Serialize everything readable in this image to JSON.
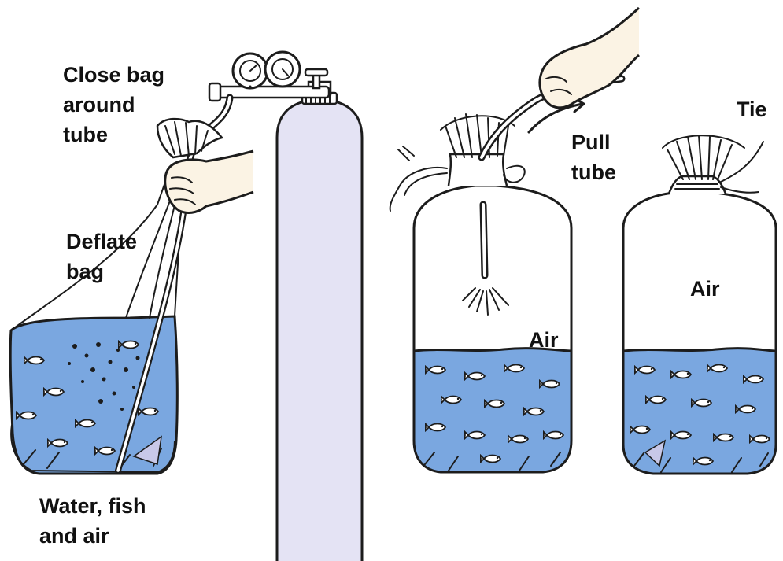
{
  "labels": {
    "close_bag": [
      "Close bag",
      "around",
      "tube"
    ],
    "deflate_bag": [
      "Deflate",
      "bag"
    ],
    "water_fish_air": [
      "Water, fish",
      "and air"
    ],
    "pull_tube": [
      "Pull",
      "tube"
    ],
    "tie": "Tie",
    "air_middle": "Air",
    "air_right": "Air"
  },
  "colors": {
    "water": "#7aa7e0",
    "cylinder": "#e4e3f4",
    "skin": "#fbf3e4",
    "ink": "#1c1c1c",
    "bag_shadow": "#c8c8e8"
  }
}
